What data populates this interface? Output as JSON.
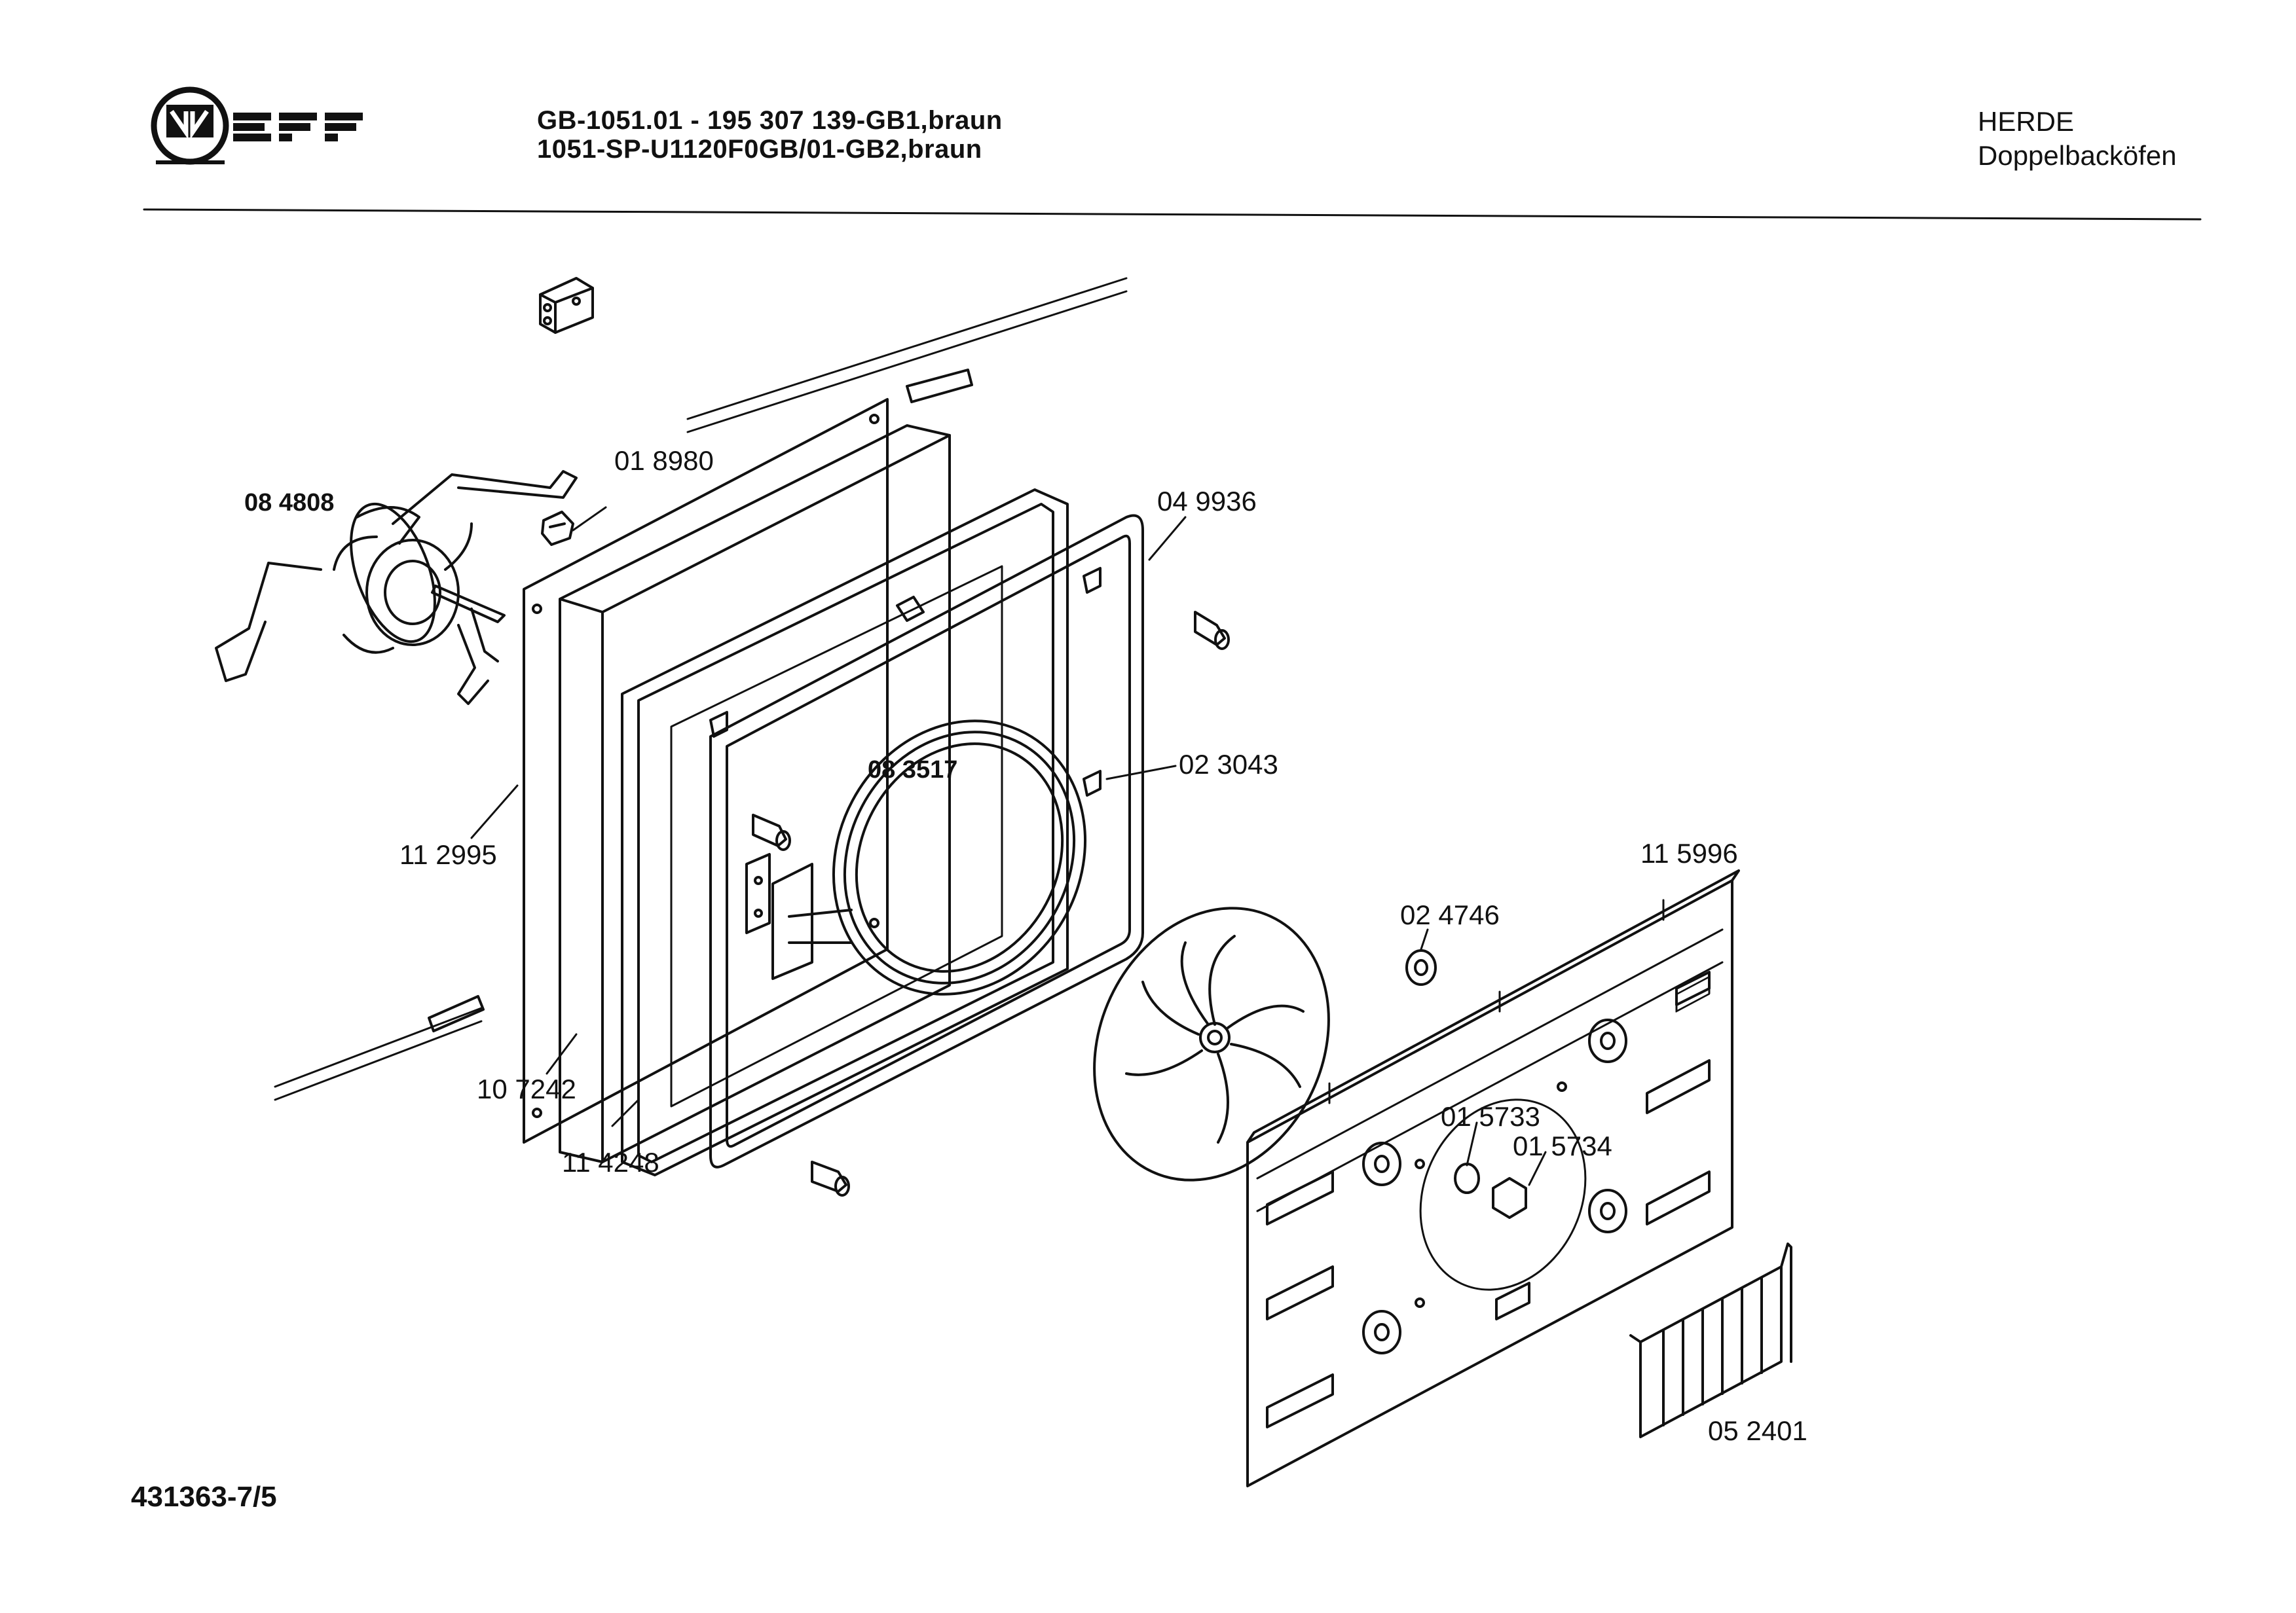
{
  "header": {
    "brand": "NEFF",
    "code_line_1": "GB-1051.01 - 195 307 139-GB1,braun",
    "code_line_2": "1051-SP-U1120F0GB/01-GB2,braun",
    "category": "HERDE",
    "subcategory": "Doppelbacköfen"
  },
  "document_number": "431363-7/5",
  "parts": {
    "p084808": "08 4808",
    "p018980": "01 8980",
    "p049936": "04 9936",
    "p083517": "08 3517",
    "p023043": "02 3043",
    "p112995": "11 2995",
    "p115996": "11 5996",
    "p024746": "02 4746",
    "p015733": "01 5733",
    "p015734": "01 5734",
    "p107242": "10 7242",
    "p114248": "11 4248",
    "p052401": "05 2401"
  }
}
